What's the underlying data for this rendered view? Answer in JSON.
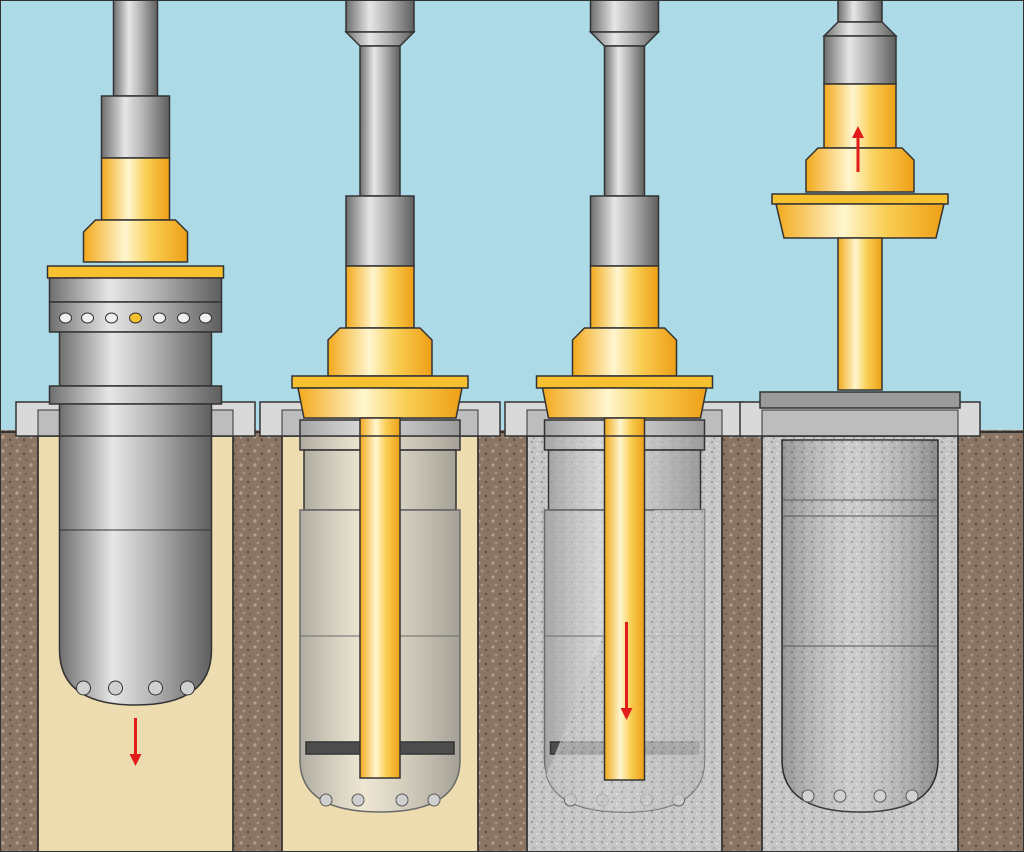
{
  "diagram": {
    "stages": [
      {
        "id": "stage-1",
        "fill": "sand",
        "motion": "down",
        "state": "canister-lowering-into-borehole"
      },
      {
        "id": "stage-2",
        "fill": "sand",
        "motion": "none",
        "state": "canister-seated-lance-inside"
      },
      {
        "id": "stage-3",
        "fill": "grout",
        "motion": "down",
        "state": "grout-injected-through-lance"
      },
      {
        "id": "stage-4",
        "fill": "grout",
        "motion": "up",
        "state": "tool-withdrawn-lid-placed"
      }
    ],
    "colors": {
      "sky": "#acdbe7",
      "soil": "#8a7564",
      "sand": "#ecdcaf",
      "grout": "#c5c5c5",
      "steel": "#8e8e8e",
      "steel_light": "#d9d9d9",
      "tool_gold": "#f7c02e",
      "arrow_red": "#e21b1b",
      "outline": "#333333"
    }
  }
}
